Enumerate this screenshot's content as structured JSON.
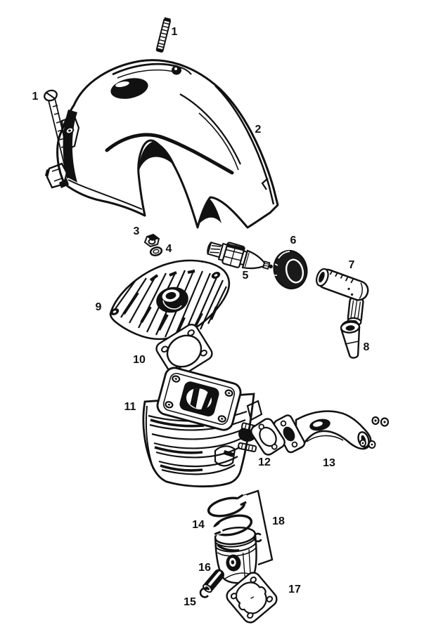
{
  "figure": {
    "type": "exploded-parts-diagram",
    "style": "black-and-white line art",
    "background_color": "#ffffff",
    "ink_color": "#111111"
  },
  "callouts": [
    {
      "label": "1",
      "name": "shroud-stud-top"
    },
    {
      "label": "1",
      "name": "shroud-screw-left"
    },
    {
      "label": "2",
      "name": "fan-shroud-cover"
    },
    {
      "label": "3",
      "name": "nut"
    },
    {
      "label": "4",
      "name": "washer"
    },
    {
      "label": "5",
      "name": "spark-plug"
    },
    {
      "label": "6",
      "name": "sealing-grommet"
    },
    {
      "label": "7",
      "name": "spark-plug-cap"
    },
    {
      "label": "8",
      "name": "plug-boot"
    },
    {
      "label": "9",
      "name": "cylinder-head"
    },
    {
      "label": "10",
      "name": "head-gasket"
    },
    {
      "label": "11",
      "name": "cylinder"
    },
    {
      "label": "12",
      "name": "exhaust-gasket"
    },
    {
      "label": "13",
      "name": "intake-manifold"
    },
    {
      "label": "14",
      "name": "piston-rings"
    },
    {
      "label": "15",
      "name": "circlip"
    },
    {
      "label": "16",
      "name": "piston-pin"
    },
    {
      "label": "17",
      "name": "base-gasket"
    },
    {
      "label": "18",
      "name": "piston-assembly"
    }
  ]
}
